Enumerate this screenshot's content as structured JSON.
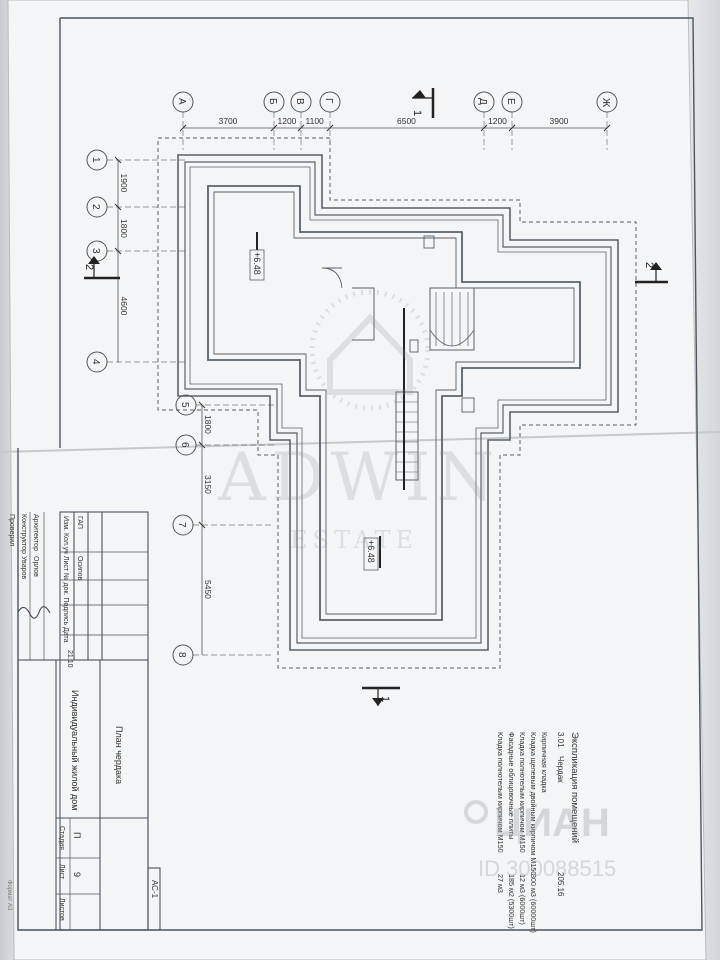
{
  "plan": {
    "axes_top": [
      "А",
      "Б",
      "В",
      "Г",
      "Д",
      "Е",
      "Ж"
    ],
    "axes_left": [
      "1",
      "2",
      "3",
      "4",
      "5",
      "6",
      "7",
      "8"
    ],
    "dims_top": [
      "3700",
      "1200",
      "1100",
      "6500",
      "1200",
      "3900"
    ],
    "dims_left": [
      "1900",
      "1800",
      "4600",
      "1800",
      "3150",
      "5450"
    ],
    "section_mark": "1",
    "section_mark_2": "2",
    "level_1": "+6.48",
    "level_2": "+6.48"
  },
  "explication": {
    "title": "Экспликация помещений",
    "room_no": "3.01",
    "room_name": "Чердак",
    "room_area": "205.16",
    "materials": [
      {
        "name": "Кирпичная кладка",
        "qty": ""
      },
      {
        "name": "Кладка щелевым двойным кирпичом М150",
        "qty": "300 м3 (60000шт)"
      },
      {
        "name": "Кладка полнотелым кирпичом М150",
        "qty": "12 м3 (6000шт)"
      },
      {
        "name": "Фасадные облицовочные плиты",
        "qty": "185 м2 (5300шт)"
      },
      {
        "name": "Кладка полнотелым кирпичом М150",
        "qty": "27 м3"
      }
    ]
  },
  "stamp": {
    "sheet_code": "АС-1",
    "project": "Индивидуальный жилой дом",
    "drawing": "План чердака",
    "stage_label": "Стадия",
    "sheet_label": "Лист",
    "sheets_label": "Листов",
    "stage": "П",
    "sheet": "9",
    "cols": [
      "Изм.",
      "Кол.уч",
      "Лист",
      "№ док.",
      "Подпись",
      "Дата"
    ],
    "date": "21.10",
    "roles": [
      "ГАП",
      "Архитектор",
      "Конструктор",
      "Проверил"
    ],
    "names": [
      "Осипов",
      "Орлов",
      "Уваров"
    ],
    "signature": "Orlov",
    "format_note": "Формат A3"
  },
  "watermark": {
    "brand": "ADWIN",
    "brand_sub": "ESTATE",
    "site_logo": "ЦИАН",
    "site_id": "ID 300088515"
  }
}
